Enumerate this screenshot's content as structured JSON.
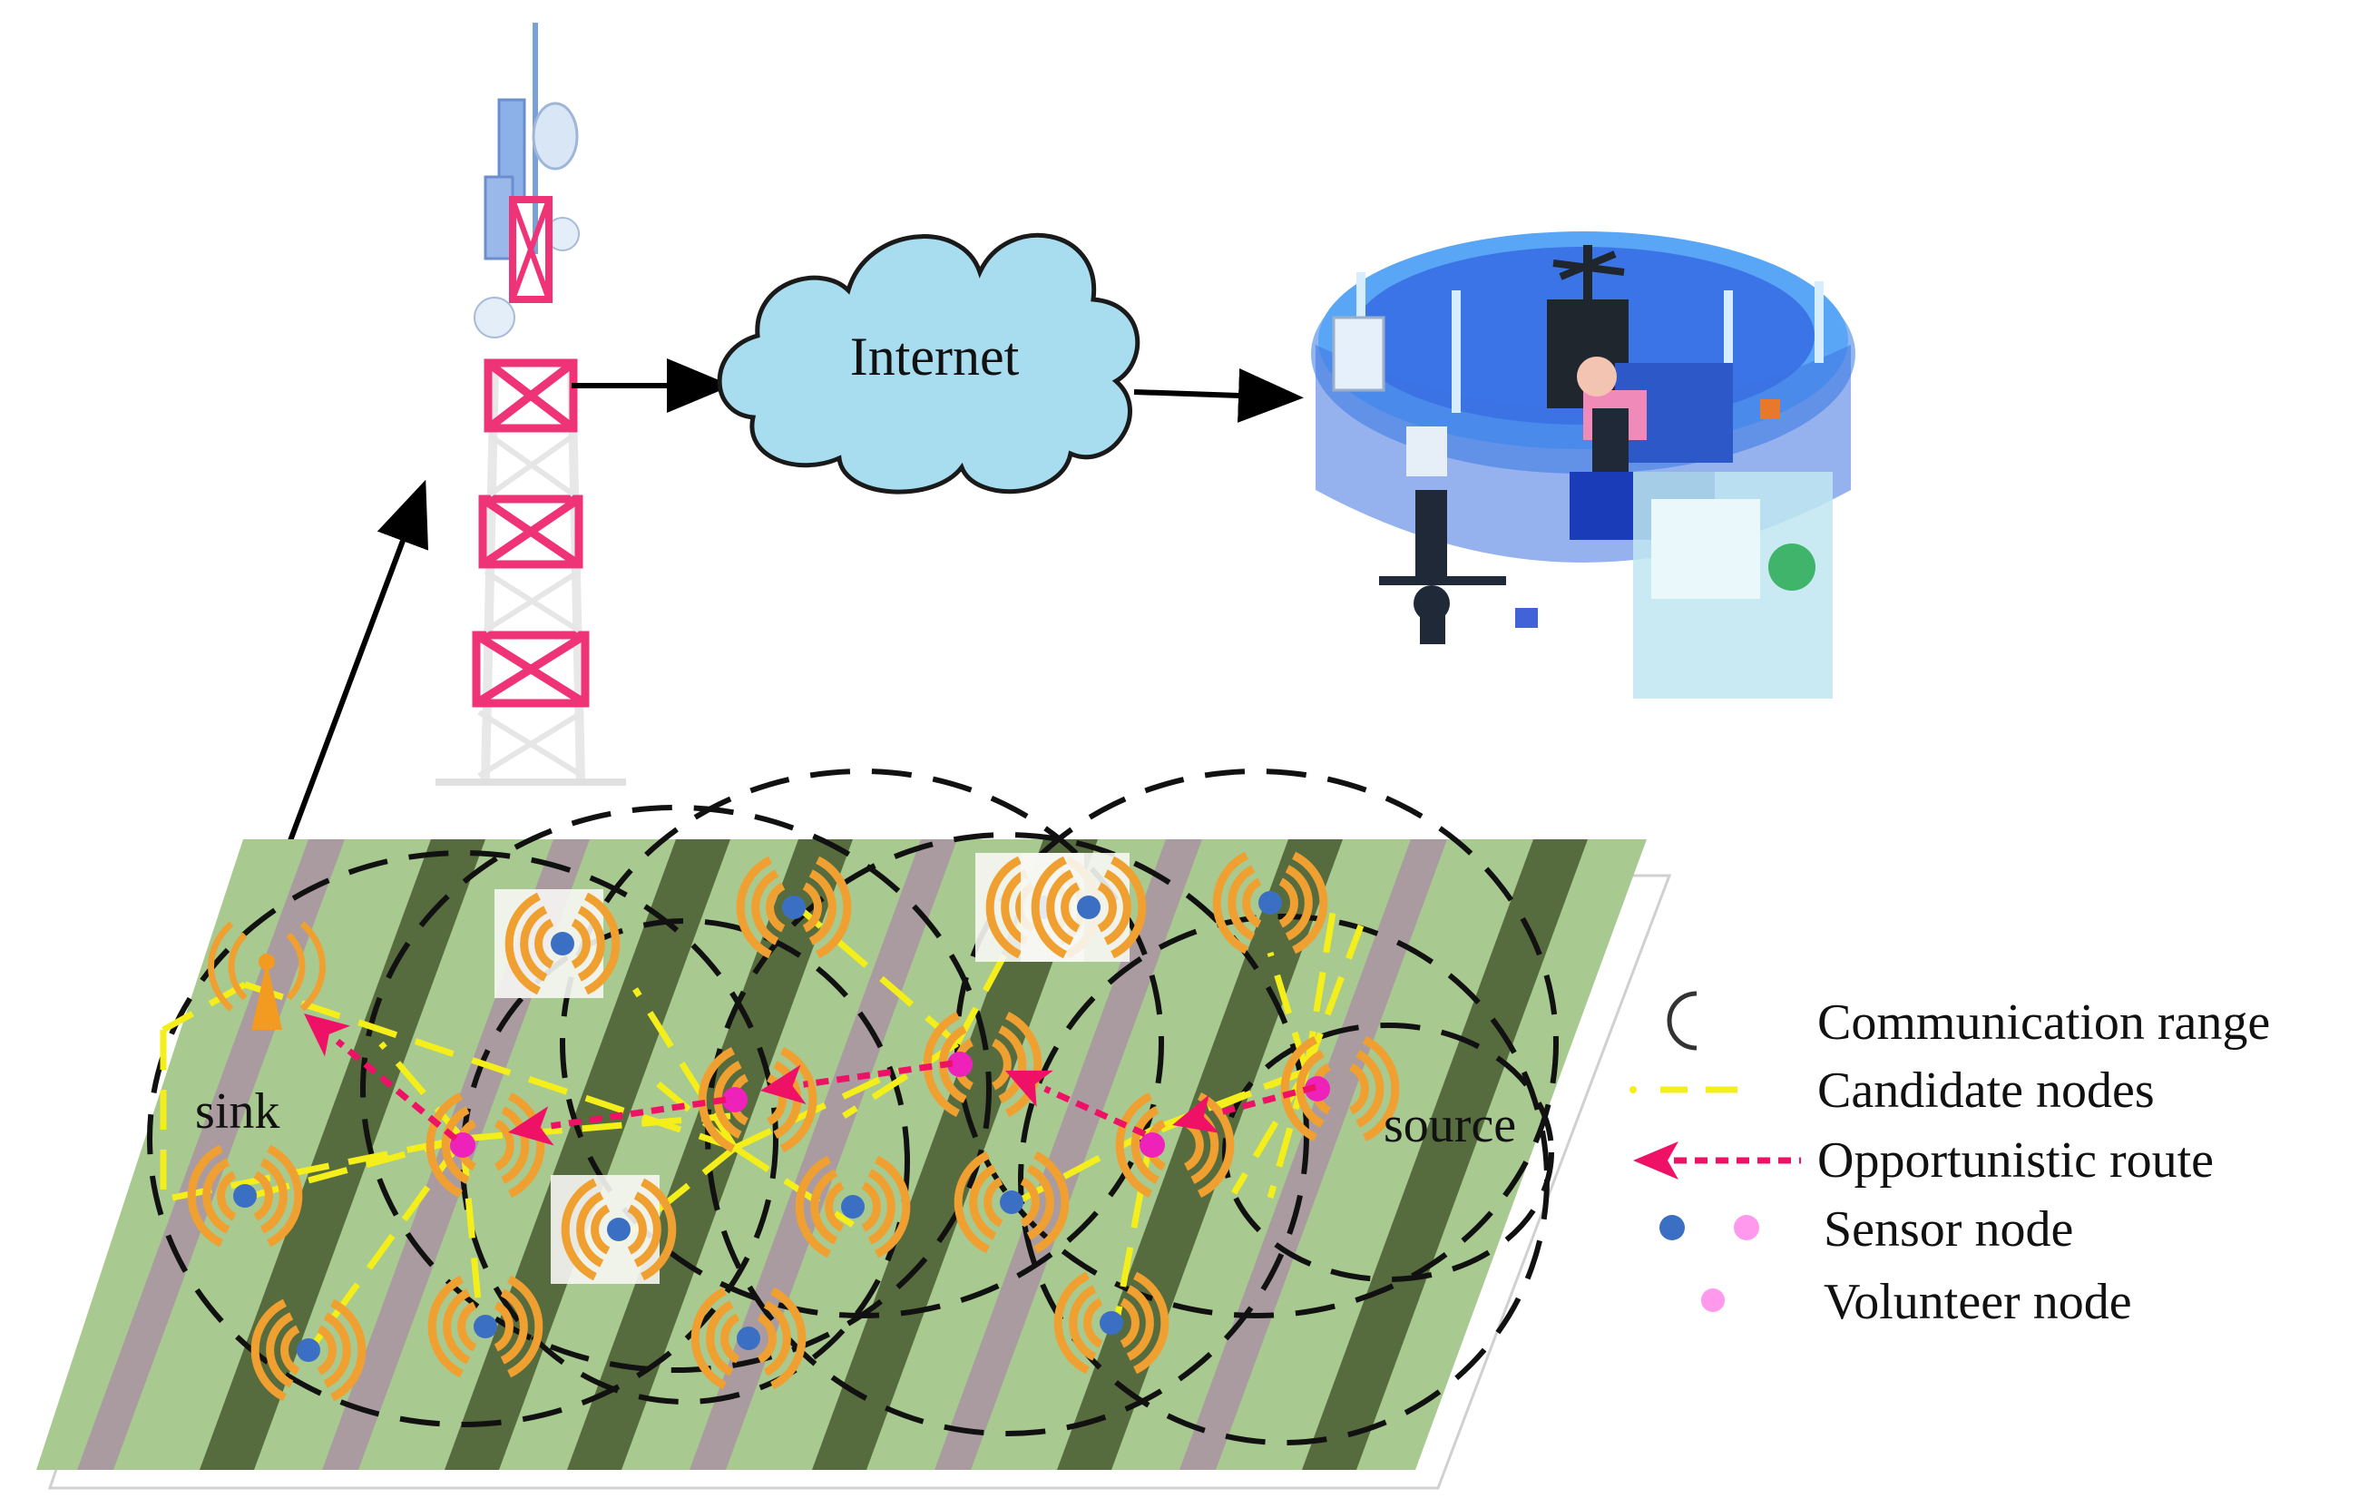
{
  "diagram": {
    "cloud_label": "Internet",
    "sink_label": "sink",
    "source_label": "source"
  },
  "legend": [
    {
      "icon": "communication-range-icon",
      "label": "Communication range"
    },
    {
      "icon": "candidate-nodes-icon",
      "label": "Candidate nodes"
    },
    {
      "icon": "opportunistic-route-icon",
      "label": "Opportunistic route"
    },
    {
      "icon": "sensor-node-icon",
      "label": "Sensor node"
    },
    {
      "icon": "volunteer-node-icon",
      "label": "Volunteer node"
    }
  ],
  "colors": {
    "sensor_node": "#3a6fc4",
    "volunteer_node": "#ee22bb",
    "volunteer_legend": "#ff99ee",
    "candidate_link": "#f4ee1a",
    "route": "#ee1166",
    "signal": "#f0a030",
    "tower": "#ee3377",
    "cloud": "#a8dcef",
    "field_light": "#a8c98f",
    "field_dark": "#566b3e",
    "field_path": "#a99ba0"
  }
}
